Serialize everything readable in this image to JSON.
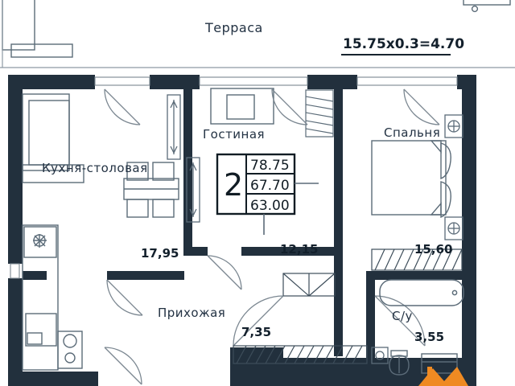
{
  "plan": {
    "badge": {
      "rooms_count": "2",
      "area_total": "78.75",
      "area_living": "67.70",
      "area_usable": "63.00"
    },
    "terrace": {
      "label": "Терраса",
      "dimension": "15.75x0.3=4.70"
    },
    "rooms": [
      {
        "name": "kitchen-dining",
        "label": "Кухня-столовая",
        "area": "17,95"
      },
      {
        "name": "living-room",
        "label": "Гостиная",
        "area": "12,15"
      },
      {
        "name": "bedroom",
        "label": "Спальня",
        "area": "15,60"
      },
      {
        "name": "hallway",
        "label": "Прихожая",
        "area": "7,35"
      },
      {
        "name": "bathroom",
        "label": "С/у",
        "area": "3,55"
      }
    ],
    "colors": {
      "wall": "#22303d",
      "line": "#4a5a68",
      "text": "#16232e",
      "logo": "#ef8a22",
      "background": "#ffffff"
    }
  }
}
